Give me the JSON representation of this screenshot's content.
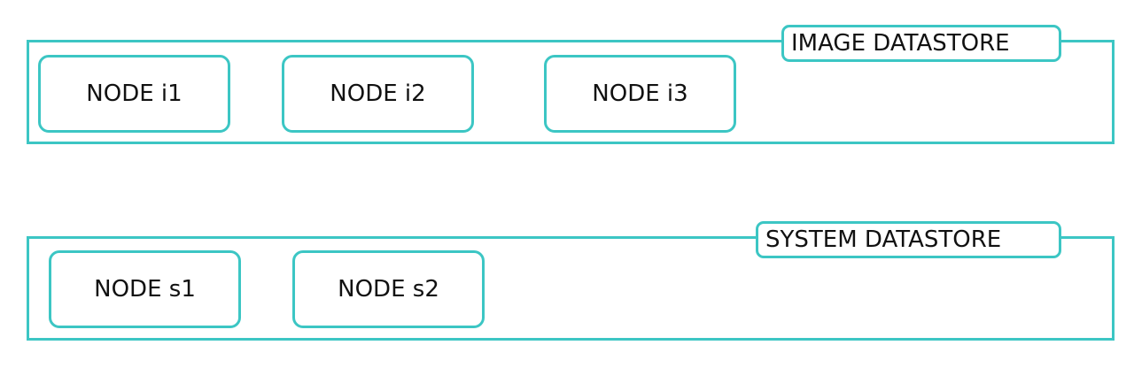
{
  "image_datastore": {
    "label": "IMAGE DATASTORE",
    "nodes": [
      {
        "label": "NODE i1"
      },
      {
        "label": "NODE i2"
      },
      {
        "label": "NODE i3"
      }
    ]
  },
  "system_datastore": {
    "label": "SYSTEM DATASTORE",
    "nodes": [
      {
        "label": "NODE s1"
      },
      {
        "label": "NODE s2"
      }
    ]
  },
  "colors": {
    "accent": "#3cc6c4",
    "text": "#111111",
    "background": "#ffffff"
  }
}
